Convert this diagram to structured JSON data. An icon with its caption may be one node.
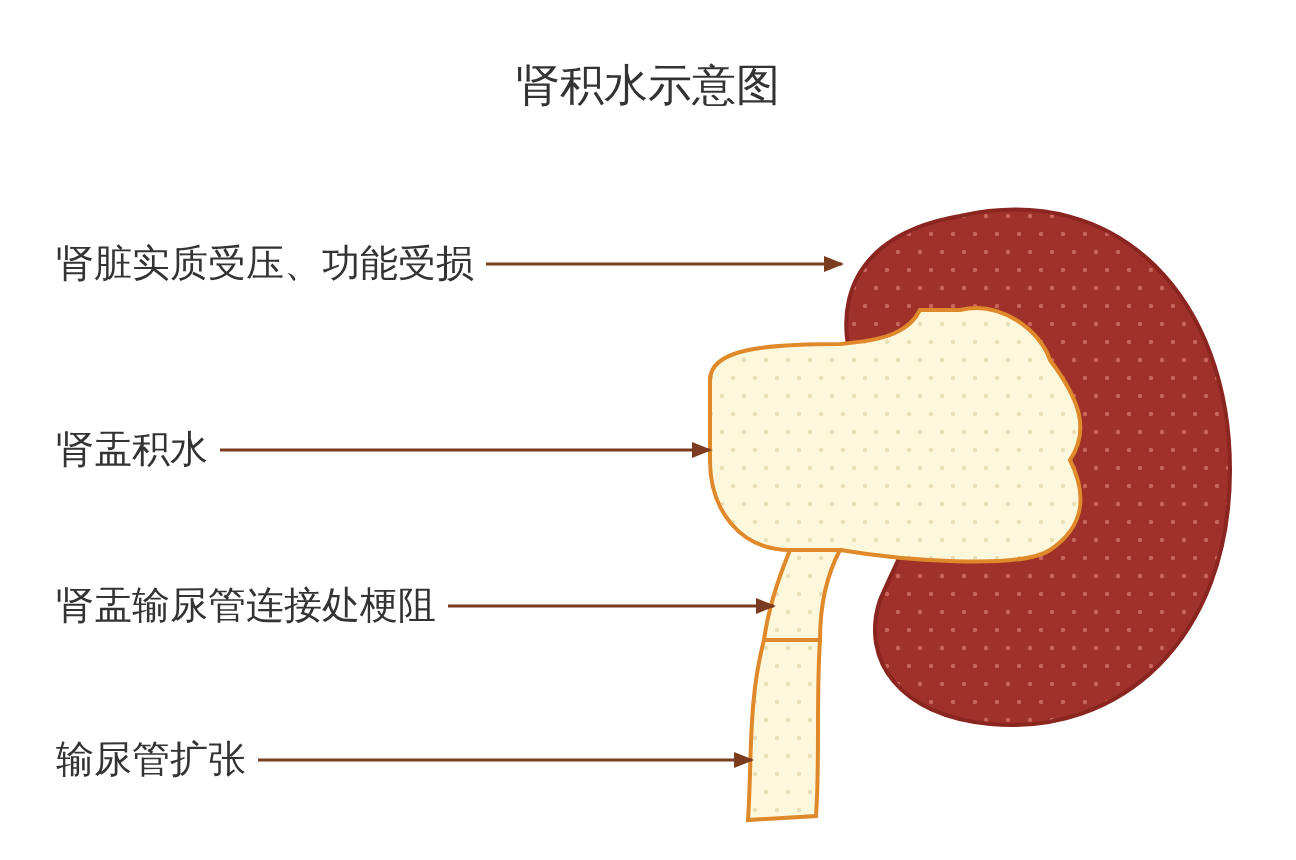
{
  "diagram": {
    "title": "肾积水示意图",
    "nodes": [
      {
        "text": [
          "肾脏实质受压、功能受损"
        ]
      },
      {
        "text": [
          "肾盂积水"
        ]
      },
      {
        "text": [
          "肾盂输尿管连接处梗阻"
        ]
      },
      {
        "text": [
          "输尿管扩张"
        ]
      },
      {
        "text": [],
        "shape": "picture"
      },
      {
        "text": [],
        "shape": "picture"
      },
      {
        "text": [],
        "shape": "picture"
      },
      {
        "text": [],
        "shape": "picture"
      }
    ],
    "edges": [
      {
        "from": 0,
        "to": 4,
        "arrow": "to"
      },
      {
        "from": 1,
        "to": 5,
        "arrow": "to"
      },
      {
        "from": 2,
        "to": 6,
        "arrow": "to"
      },
      {
        "from": 3,
        "to": 7,
        "arrow": "to"
      }
    ]
  }
}
